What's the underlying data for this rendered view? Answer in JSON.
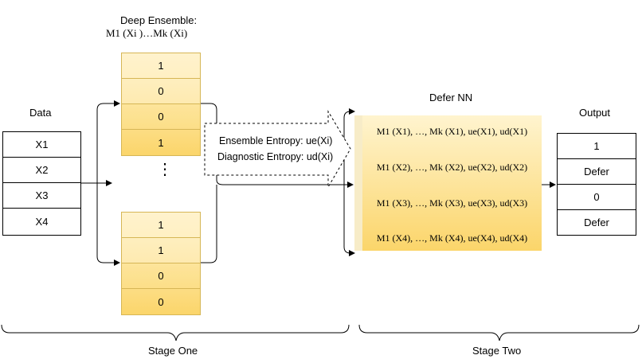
{
  "data_label": "Data",
  "data_items": [
    "X1",
    "X2",
    "X3",
    "X4"
  ],
  "ensemble_title": "Deep Ensemble:",
  "ensemble_subtitle": "M1 (Xi )…Mk (Xi)",
  "model_top_values": [
    "1",
    "0",
    "0",
    "1"
  ],
  "model_bottom_values": [
    "1",
    "1",
    "0",
    "0"
  ],
  "ellipsis": "⋮",
  "entropy_lines": [
    "Ensemble Entropy: ue(Xi)",
    "Diagnostic Entropy: ud(Xi)"
  ],
  "defer_title": "Defer NN",
  "defer_rows": [
    "M1 (X1), …, Mk (X1), ue(X1), ud(X1)",
    "M1 (X2), …, Mk (X2), ue(X2), ud(X2)",
    "M1 (X3), …, Mk (X3), ue(X3), ud(X3)",
    "M1 (X4), …, Mk (X4), ue(X4), ud(X4)"
  ],
  "output_label": "Output",
  "output_items": [
    "1",
    "Defer",
    "0",
    "Defer"
  ],
  "stage_labels": [
    "Stage One",
    "Stage Two"
  ],
  "colors": {
    "cell_fill": "#fff2cc",
    "cell_border": "#d6b656",
    "nn_fill": "#ffd966",
    "line": "#000000"
  }
}
